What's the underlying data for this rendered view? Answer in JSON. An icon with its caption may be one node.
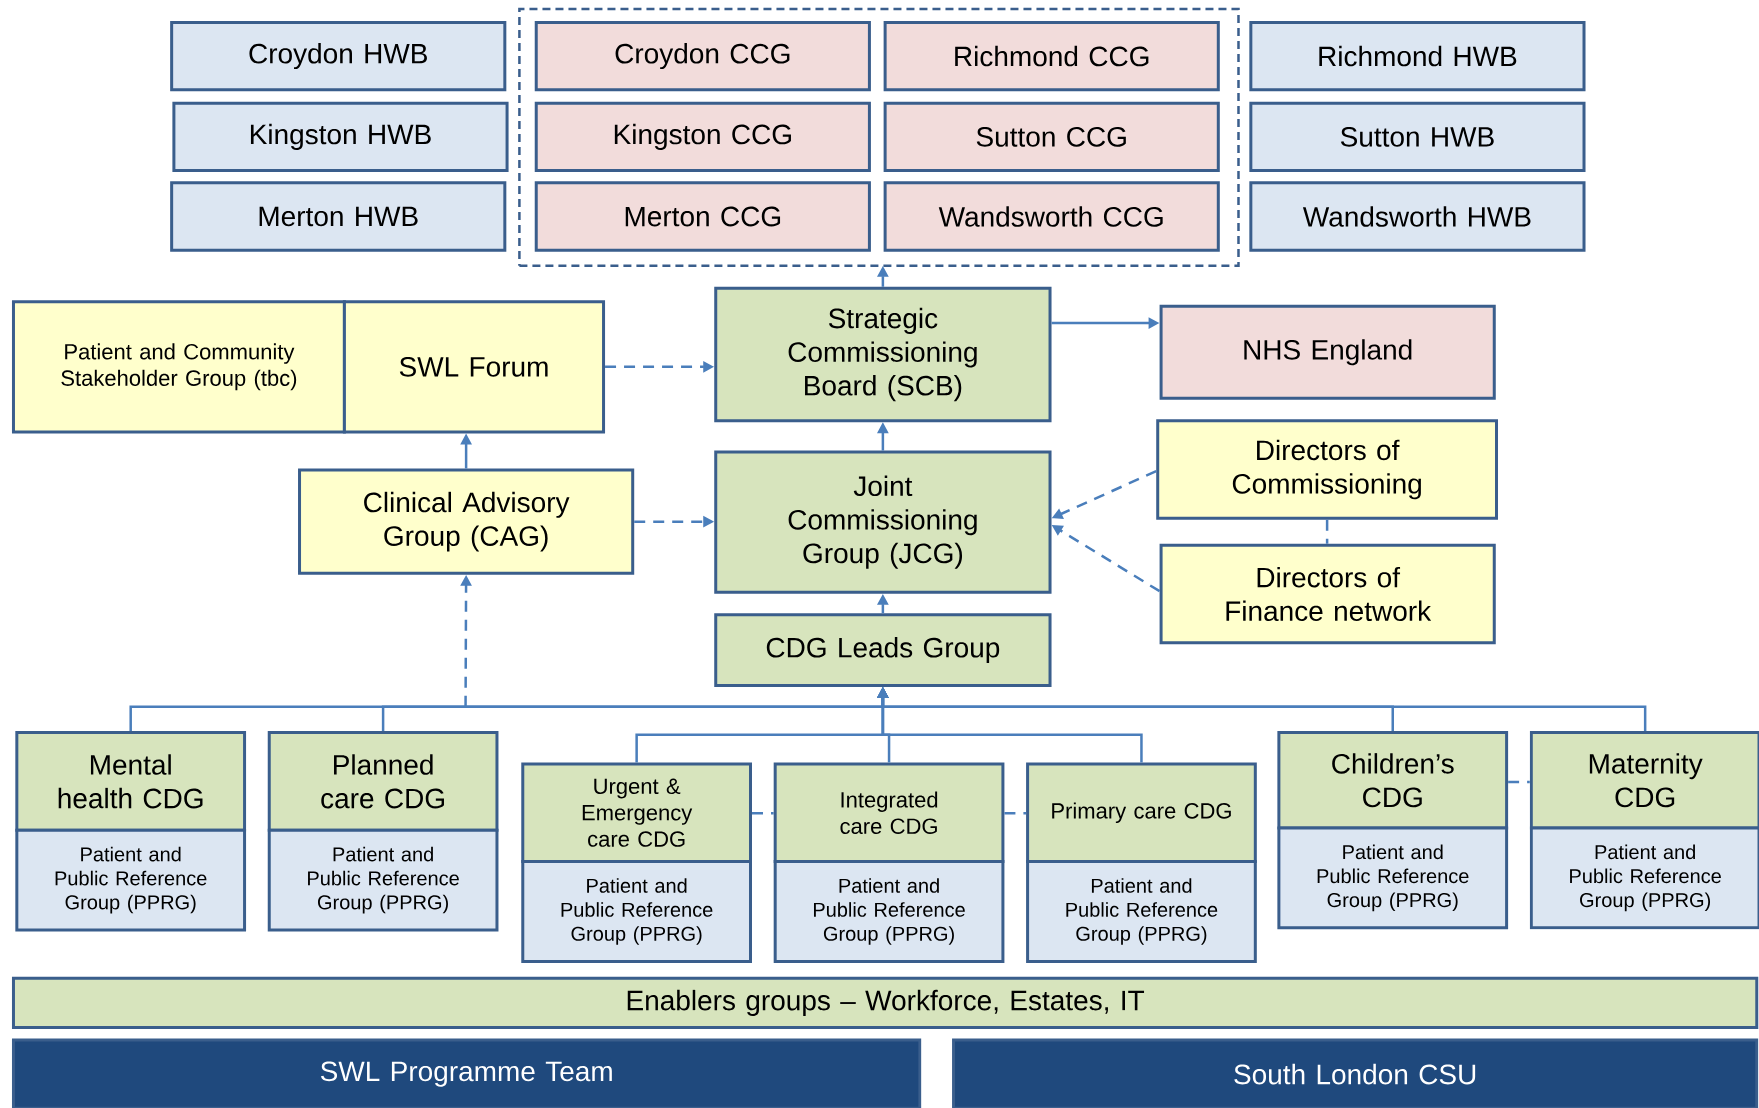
{
  "diagram": {
    "nodes": [
      {
        "text": [
          "Croydon HWB"
        ]
      },
      {
        "text": [],
        "shape": "box"
      },
      {
        "text": [
          "Croydon CCG"
        ],
        "in": 1
      },
      {
        "text": [
          "Richmond CCG"
        ],
        "in": 1
      },
      {
        "text": [
          "Richmond HWB"
        ]
      },
      {
        "text": [
          "Kingston HWB"
        ]
      },
      {
        "text": [
          "Kingston CCG"
        ],
        "in": 1
      },
      {
        "text": [
          "Sutton CCG"
        ],
        "in": 1
      },
      {
        "text": [
          "Sutton HWB"
        ]
      },
      {
        "text": [
          "Merton HWB"
        ]
      },
      {
        "text": [
          "Merton CCG"
        ],
        "in": 1
      },
      {
        "text": [
          "Wandsworth CCG"
        ],
        "in": 1
      },
      {
        "text": [
          "Wandsworth HWB"
        ]
      },
      {
        "text": [
          "Patient and Community Stakeholder Group (tbc)"
        ]
      },
      {
        "text": [
          "SWL Forum"
        ]
      },
      {
        "text": [
          "Strategic Commissioning Board (SCB)"
        ]
      },
      {
        "text": [
          "NHS England"
        ]
      },
      {
        "text": [
          "Clinical Advisory Group (CAG)"
        ]
      },
      {
        "text": [
          "Joint Commissioning Group (JCG)"
        ]
      },
      {
        "text": [
          "Directors of Commissioning"
        ]
      },
      {
        "text": [
          "Directors of Finance network"
        ]
      },
      {
        "text": [
          "CDG Leads Group"
        ]
      },
      {
        "text": [
          "Mental health CDG"
        ]
      },
      {
        "text": [
          "Patient and Public Reference Group (PPRG)"
        ]
      },
      {
        "text": [
          "Planned care CDG"
        ]
      },
      {
        "text": [
          "Patient and Public Reference Group (PPRG)"
        ]
      },
      {
        "text": [
          "Urgent & Emergency care CDG"
        ]
      },
      {
        "text": [
          "Patient and Public Reference Group (PPRG)"
        ]
      },
      {
        "text": [
          "Integrated care CDG"
        ]
      },
      {
        "text": [
          "Patient and Public Reference Group (PPRG)"
        ]
      },
      {
        "text": [
          "Primary care CDG"
        ]
      },
      {
        "text": [
          "Patient and Public Reference Group (PPRG)"
        ]
      },
      {
        "text": [
          "Children’s CDG"
        ]
      },
      {
        "text": [
          "Patient and Public Reference Group (PPRG)"
        ]
      },
      {
        "text": [
          "Maternity CDG"
        ]
      },
      {
        "text": [
          "Patient and Public Reference Group (PPRG)"
        ]
      },
      {
        "text": [
          "Enablers groups – Workforce, Estates, IT"
        ]
      },
      {
        "text": [
          "SWL Programme Team"
        ]
      },
      {
        "text": [
          "South London CSU"
        ]
      }
    ],
    "edges": [
      {
        "from": 15,
        "to": 1,
        "arrow": "to"
      },
      {
        "from": 15,
        "to": 16,
        "arrow": "to"
      },
      {
        "from": 14,
        "to": 15,
        "arrow": "to",
        "style": "dashed"
      },
      {
        "from": 17,
        "to": 14,
        "arrow": "to"
      },
      {
        "from": 17,
        "to": 18,
        "arrow": "to",
        "style": "dashed"
      },
      {
        "from": 18,
        "to": 15,
        "arrow": "to"
      },
      {
        "from": 21,
        "to": 18,
        "arrow": "to"
      },
      {
        "from": 19,
        "to": 18,
        "arrow": "to",
        "style": "dashed"
      },
      {
        "from": 20,
        "to": 18,
        "arrow": "to",
        "style": "dashed"
      },
      {
        "from": 19,
        "to": 20,
        "arrow": "none",
        "style": "dashed"
      },
      {
        "from": null,
        "to": 17,
        "arrow": "to",
        "style": "dashed"
      },
      {
        "from": 22,
        "to": 21,
        "arrow": "to"
      },
      {
        "from": 24,
        "to": 21,
        "arrow": "to"
      },
      {
        "from": 26,
        "to": 21,
        "arrow": "to"
      },
      {
        "from": 28,
        "to": 21,
        "arrow": "to"
      },
      {
        "from": 30,
        "to": 21,
        "arrow": "to"
      },
      {
        "from": 32,
        "to": 21,
        "arrow": "to"
      },
      {
        "from": 34,
        "to": 21,
        "arrow": "to"
      },
      {
        "from": 26,
        "to": 28,
        "arrow": "none",
        "style": "dashed"
      },
      {
        "from": 28,
        "to": 30,
        "arrow": "none",
        "style": "dashed"
      },
      {
        "from": 32,
        "to": 34,
        "arrow": "none",
        "style": "dashed"
      }
    ]
  }
}
